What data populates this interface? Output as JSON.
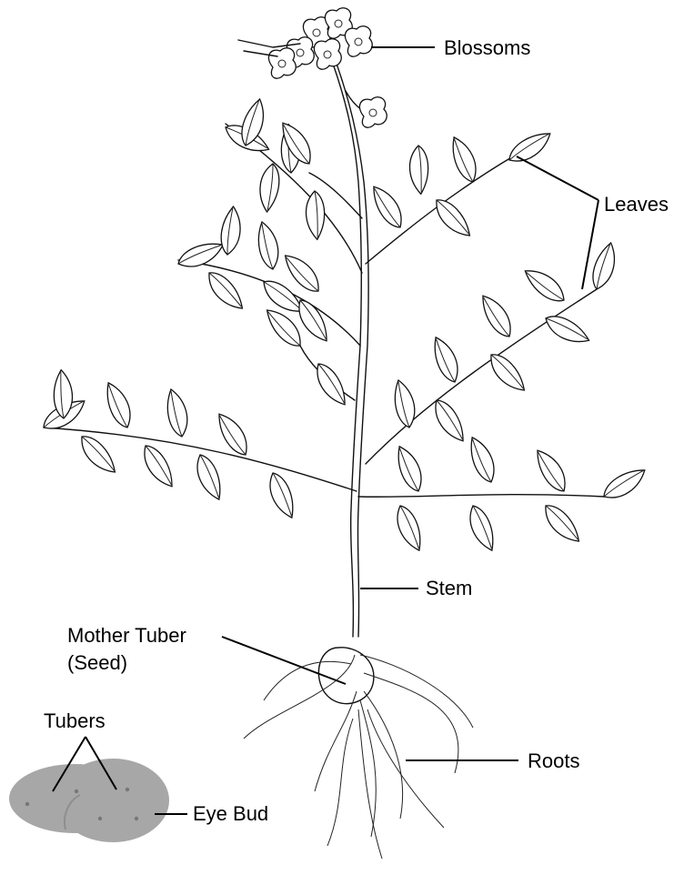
{
  "labels": {
    "blossoms": "Blossoms",
    "leaves": "Leaves",
    "stem": "Stem",
    "mother_tuber_line1": "Mother Tuber",
    "mother_tuber_line2": "(Seed)",
    "tubers": "Tubers",
    "eye_bud": "Eye Bud",
    "roots": "Roots"
  },
  "colors": {
    "tuber_fill": "#a7a7a7",
    "tuber_shadow": "#8e8e8e",
    "line": "#000000"
  }
}
